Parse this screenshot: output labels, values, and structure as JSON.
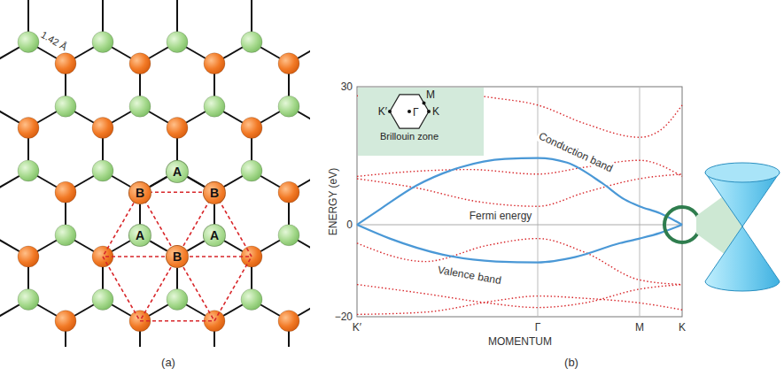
{
  "diagram": {
    "nodes": [
      {
        "text": [
          "A"
        ]
      },
      {
        "text": [
          "B"
        ]
      },
      {
        "text": [
          "B"
        ]
      },
      {
        "text": [
          "A"
        ]
      },
      {
        "text": [
          "A"
        ]
      },
      {
        "text": [
          "B"
        ]
      },
      {
        "text": [
          "M",
          "K′",
          "Γ",
          "K",
          "Brillouin zone"
        ]
      }
    ],
    "edges": [
      {
        "from": 0,
        "to": 1,
        "arrow": "none"
      },
      {
        "from": 0,
        "to": 2,
        "arrow": "none"
      },
      {
        "from": 1,
        "to": 3,
        "arrow": "none"
      },
      {
        "from": 2,
        "to": 4,
        "arrow": "none"
      },
      {
        "from": 3,
        "to": 5,
        "arrow": "none"
      },
      {
        "from": 4,
        "to": 5,
        "arrow": "none"
      }
    ],
    "labels": [
      "1.42 Å",
      "30",
      "0",
      "−20",
      "ENERGY (eV)",
      "Conduction band",
      "Fermi energy",
      "Valence band",
      "K′",
      "Γ",
      "M",
      "K",
      "MOMENTUM",
      "(a)",
      "(b)"
    ]
  }
}
